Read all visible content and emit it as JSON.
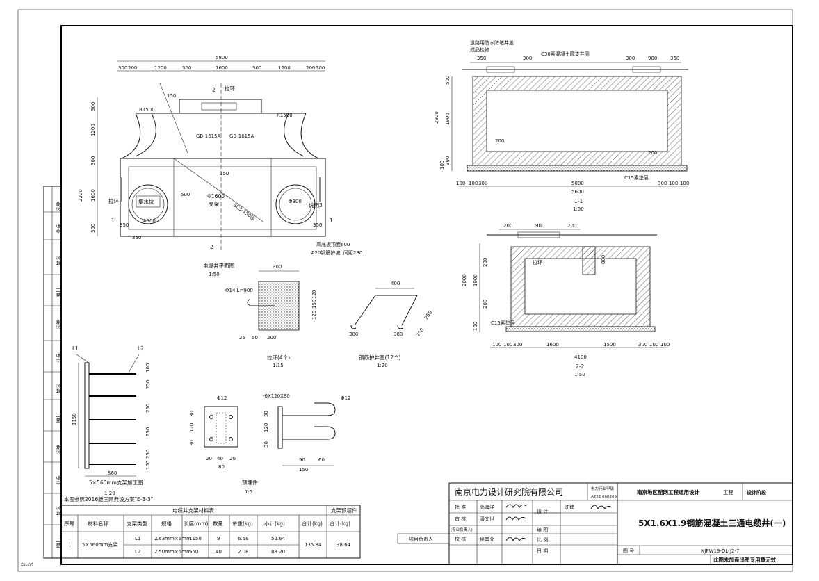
{
  "company": "南京电力设计研究院有限公司",
  "qualification": {
    "label": "电力行业甲级",
    "number": "A232 060209"
  },
  "project_name": "南京地区配网工程通用设计",
  "project_label": "工程",
  "stage_label": "设计阶段",
  "drawing_title": "5X1.6X1.9钢筋混凝土三通电缆井(一)",
  "drawing_no_label": "图 号",
  "drawing_no": "NJPW19-DL-J2-7",
  "disclaimer": "此图未加盖出图专用章无效",
  "roles": [
    {
      "role": "批 准",
      "name": "高海洋"
    },
    {
      "role": "审 核",
      "name": "潘文世"
    },
    {
      "role": "(专业负责人)",
      "name": ""
    },
    {
      "role": "校 核",
      "name": "侯其允"
    }
  ],
  "role_right": [
    "设 计",
    "绘 图",
    "比 例",
    "日 期"
  ],
  "designer_label": "沈建",
  "project_lead": "项目负责人",
  "side_labels": [
    "会签",
    "专业",
    "签名",
    "日期"
  ],
  "title_block_small": "ZdccY5",
  "plan_view": {
    "dims_top_total": "5800",
    "dims_top": [
      "300",
      "200",
      "1200",
      "300",
      "1600",
      "300",
      "1200",
      "200",
      "300"
    ],
    "dims_left": [
      "300",
      "1200",
      "300",
      "2200",
      "1600",
      "300"
    ],
    "labels": {
      "r1": "R1500",
      "r2": "R1500",
      "gb1": "GB-1615A",
      "gb2": "GB-1615A",
      "pull1": "拉环",
      "pull2": "拉环",
      "sump": "集水坑",
      "hole": "Φ1600",
      "support": "支架",
      "sec3": "说明3",
      "pipe1": "Φ800",
      "pipe2": "Φ800",
      "spacing": "SC3-150@",
      "d350a": "350",
      "d350b": "350",
      "d350c": "350",
      "d150a": "150",
      "d150b": "150",
      "d500": "500",
      "note1": "高底板顶面600",
      "note2": "Φ20钢筋护坡, 间距280",
      "sec1": "1",
      "sec2": "2",
      "sec1b": "1",
      "sec2b": "2",
      "title": "电缆井平面图",
      "scale": "1:50"
    }
  },
  "section11": {
    "top_note": "道路用防水防堵井盖",
    "top_note2": "成品检修",
    "lid_note": "C30素混凝土圆支井圈",
    "dims_top_left": [
      "350",
      "300"
    ],
    "dims_top_right": [
      "300",
      "900",
      "350"
    ],
    "dims_left": [
      "500",
      "1900",
      "2900",
      "300",
      "100"
    ],
    "dims_bottom": [
      "100",
      "100",
      "300",
      "5000",
      "300",
      "100",
      "100"
    ],
    "total": "5600",
    "d200a": "200",
    "d200b": "200",
    "base": "C15素垫层",
    "title": "1-1",
    "scale": "1:50"
  },
  "section22": {
    "dims_top": [
      "200",
      "900",
      "200"
    ],
    "dims_left": [
      "2800",
      "1900",
      "200",
      "200",
      "100"
    ],
    "inner_d": "800",
    "pull": "拉环",
    "base": "C15素垫层",
    "dims_bottom": [
      "100",
      "100",
      "300",
      "1600",
      "1500",
      "300",
      "100",
      "100"
    ],
    "total": "4100",
    "title": "2-2",
    "scale": "1:50"
  },
  "pull_ring": {
    "rod": "Φ14 L=900",
    "dims_top": "300",
    "dims_side": [
      "120",
      "150",
      "120"
    ],
    "dims_bottom": [
      "25",
      "50",
      "200"
    ],
    "title": "拉环(4个)",
    "scale": "1:15"
  },
  "steel_hook": {
    "top": "400",
    "l1": "300",
    "l2": "300",
    "l3": "250",
    "l4": "250",
    "title": "钢筋护井圈(12个)",
    "scale": "1:20"
  },
  "bracket": {
    "l1": "L1",
    "l2": "L2",
    "height": "1150",
    "dims": [
      "100",
      "250",
      "250",
      "250",
      "250",
      "100"
    ],
    "width": "560",
    "title": "5×560mm支架加工图",
    "scale": "1:20",
    "note": "本图参照2016版国网典设方案\"E-3-3\""
  },
  "embed": {
    "rod": "Φ12",
    "plate": "-6X120X80",
    "rod2": "Φ12",
    "dims_a": [
      "30",
      "120",
      "30"
    ],
    "dims_b": [
      "20",
      "40",
      "20"
    ],
    "dim_c": "80",
    "dims_d": [
      "30",
      "120",
      "30"
    ],
    "dims_e": [
      "90",
      "60"
    ],
    "dim_f": "150",
    "title": "预埋件",
    "scale": "1:5"
  },
  "material_table": {
    "caption": "电缆井支架材料表",
    "caption_right": "支架预埋件",
    "headers": [
      "序号",
      "材料名称",
      "支架类型",
      "规格",
      "长度(mm)",
      "数量",
      "单重(kg)",
      "小计(kg)",
      "合计(kg)",
      "合计(kg)"
    ],
    "rows": [
      {
        "no": "1",
        "name": "5×560mm支架",
        "type": "L1",
        "spec": "∠63mm×6mm",
        "len": "1150",
        "qty": "8",
        "unit": "6.58",
        "sub": "52.64",
        "total": "135.84",
        "emb": "38.64"
      },
      {
        "no": "",
        "name": "",
        "type": "L2",
        "spec": "∠50mm×5mm",
        "len": "550",
        "qty": "40",
        "unit": "2.08",
        "sub": "83.20",
        "total": "",
        "emb": ""
      }
    ]
  }
}
